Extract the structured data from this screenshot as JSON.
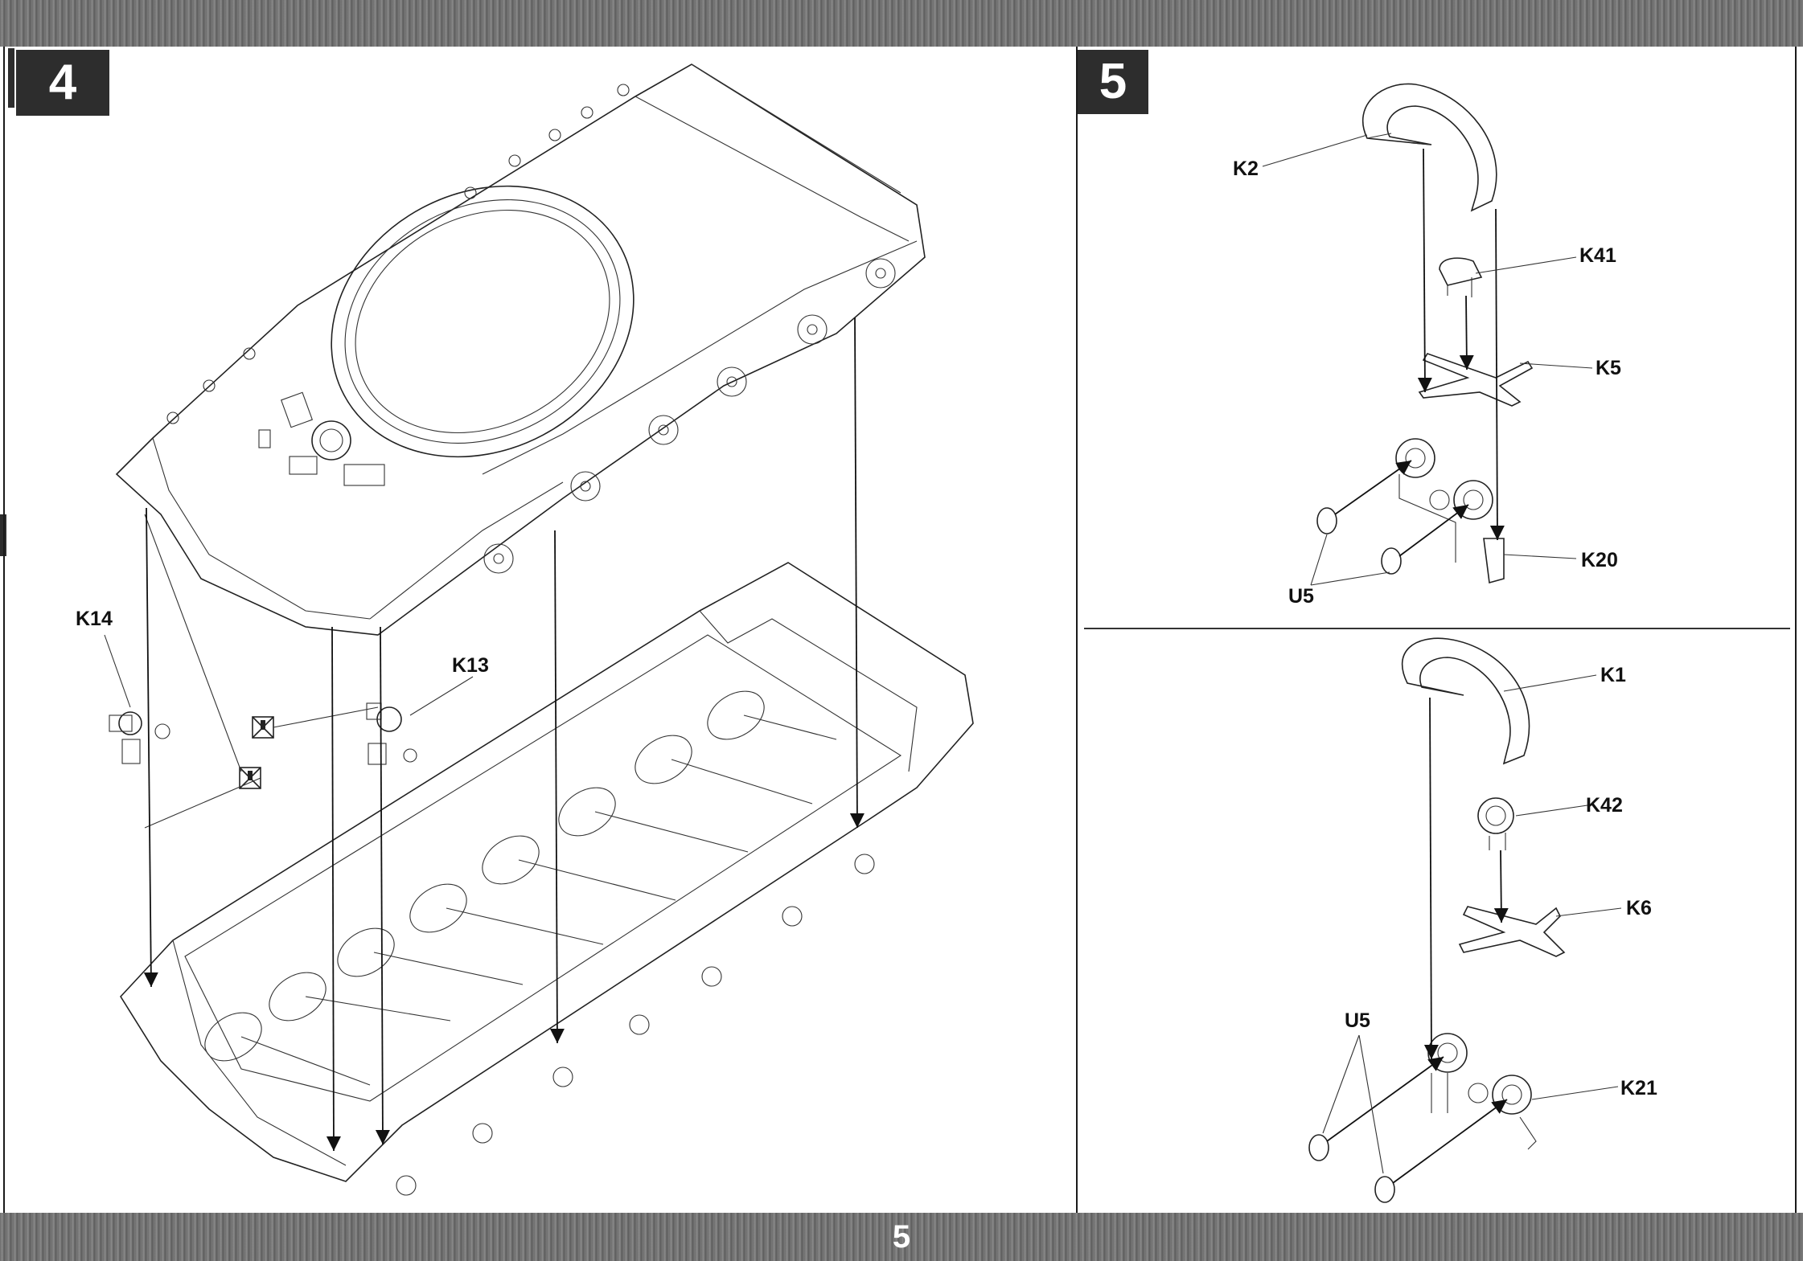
{
  "page_number": "5",
  "steps": {
    "step4": {
      "number": "4",
      "labels": [
        "K14",
        "K13"
      ]
    },
    "step5": {
      "number": "5",
      "upper_labels": [
        "K2",
        "K41",
        "K5",
        "K20",
        "U5"
      ],
      "lower_labels": [
        "K1",
        "K42",
        "K6",
        "K21",
        "U5"
      ]
    }
  },
  "icons": {
    "glue_icon": "glue-prohibited-icon"
  },
  "colors": {
    "band": "#7a7a7a",
    "step_box": "#2d2d2d",
    "line": "#222222"
  }
}
